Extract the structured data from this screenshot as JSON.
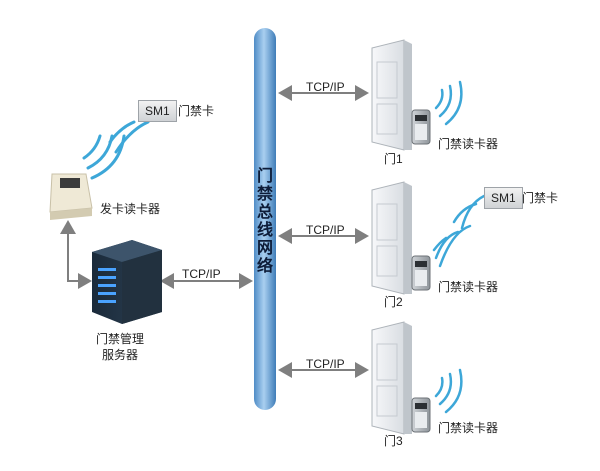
{
  "bus": {
    "label_chars": [
      "门",
      "禁",
      "总",
      "线",
      "网",
      "络"
    ]
  },
  "links": {
    "protocol": "TCP/IP"
  },
  "issuer": {
    "label": "发卡读卡器"
  },
  "server": {
    "label_line1": "门禁管理",
    "label_line2": "服务器"
  },
  "card": {
    "chip": "SM1",
    "label": "门禁卡"
  },
  "doors": [
    {
      "name": "门1",
      "reader_label": "门禁读卡器"
    },
    {
      "name": "门2",
      "reader_label": "门禁读卡器"
    },
    {
      "name": "门3",
      "reader_label": "门禁读卡器"
    }
  ],
  "colors": {
    "bus": "#6aa3d4",
    "arrow": "#7f7f7f",
    "signal": "#3da7d8"
  }
}
